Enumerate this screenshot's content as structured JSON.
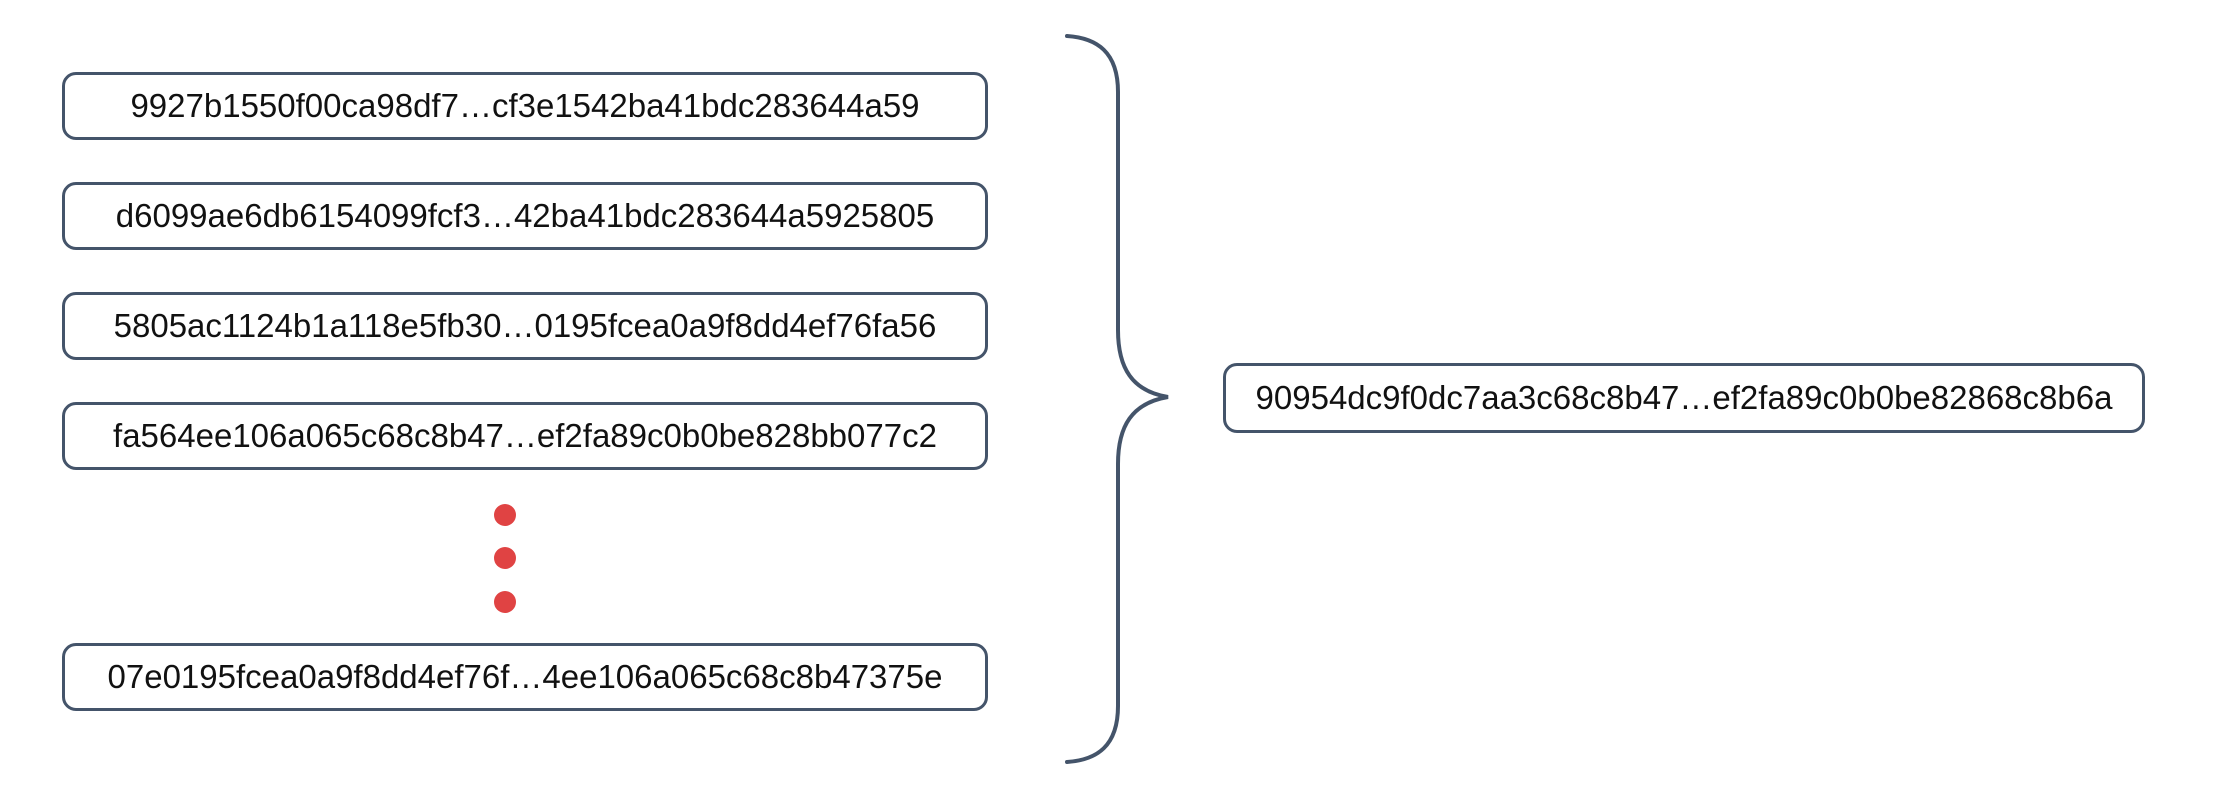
{
  "diagram": {
    "description": "hash-chain-aggregation-diagram",
    "left_hashes": [
      "9927b1550f00ca98df7…cf3e1542ba41bdc283644a59",
      "d6099ae6db6154099fcf3…42ba41bdc283644a5925805",
      "5805ac1124b1a118e5fb30…0195fcea0a9f8dd4ef76fa56",
      "fa564ee106a065c68c8b47…ef2fa89c0b0be828bb077c2",
      "07e0195fcea0a9f8dd4ef76f…4ee106a065c68c8b47375e"
    ],
    "ellipsis_dot_count": 3,
    "result_hash": "90954dc9f0dc7aa3c68c8b47…ef2fa89c0b0be82868c8b6a",
    "colors": {
      "border": "#44546a",
      "dots": "#e04343",
      "text": "#111111",
      "background": "#ffffff"
    }
  }
}
